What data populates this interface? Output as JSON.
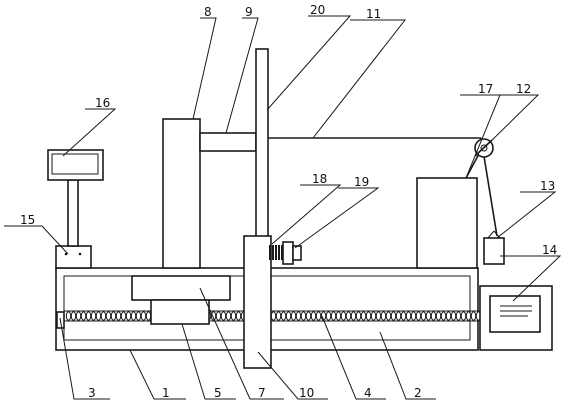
{
  "diagram": {
    "labels": {
      "l1": "1",
      "l2": "2",
      "l3": "3",
      "l4": "4",
      "l5": "5",
      "l7": "7",
      "l8": "8",
      "l9": "9",
      "l10": "10",
      "l11": "11",
      "l12": "12",
      "l13": "13",
      "l14": "14",
      "l15": "15",
      "l16": "16",
      "l17": "17",
      "l18": "18",
      "l19": "19",
      "l20": "20"
    }
  }
}
